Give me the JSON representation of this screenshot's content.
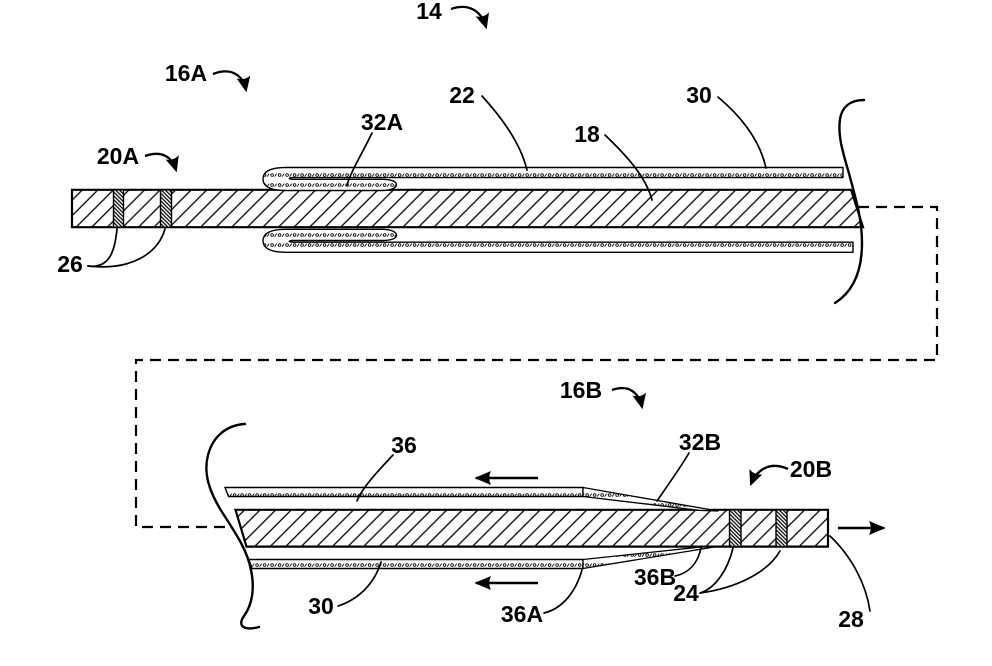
{
  "page": {
    "background": "#ffffff",
    "line_color": "#000000"
  },
  "figure": {
    "kind": "patent-style longitudinal cross-section diagram of catheter shaft, two broken views joined by dashed cut line",
    "views": [
      {
        "name": "view-16A",
        "description": "proximal segment: inner shaft with two radiopaque marker bands and folded-back outer sleeve"
      },
      {
        "name": "view-16B",
        "description": "distal segment: outer sheath tapering onto inner shaft with two marker bands and tip"
      }
    ],
    "labels": [
      {
        "text": "14"
      },
      {
        "text": "16A"
      },
      {
        "text": "20A"
      },
      {
        "text": "26"
      },
      {
        "text": "32A"
      },
      {
        "text": "22"
      },
      {
        "text": "18"
      },
      {
        "text": "30"
      },
      {
        "text": "16B"
      },
      {
        "text": "36"
      },
      {
        "text": "32B"
      },
      {
        "text": "20B"
      },
      {
        "text": "36B"
      },
      {
        "text": "24"
      },
      {
        "text": "28"
      },
      {
        "text": "36A"
      },
      {
        "text": "30"
      }
    ],
    "callouts": {
      "14": "overall device (curved arrow)",
      "16A": "proximal view (curved arrow)",
      "20A": "marker band region, proximal (curved arrow)",
      "26": "two dark marker bands, proximal shaft",
      "32A": "folded-back sleeve edge, proximal",
      "22": "upper sleeve wall",
      "18": "hatched inner shaft",
      "30": "outer sheath (labelled in both views)",
      "16B": "distal view (curved arrow)",
      "36": "lumen between sheath and shaft",
      "32B": "tapering sheath wall, distal",
      "20B": "marker band region, distal (curved arrow)",
      "36B": "lower taper junction",
      "24": "two dark marker bands, distal shaft",
      "28": "distal shaft tip",
      "36A": "lower sheath wall end"
    },
    "flow_arrows": [
      {
        "direction": "left",
        "location": "above distal sheath"
      },
      {
        "direction": "left",
        "location": "below distal sheath"
      },
      {
        "direction": "right",
        "location": "at distal tip"
      }
    ]
  }
}
